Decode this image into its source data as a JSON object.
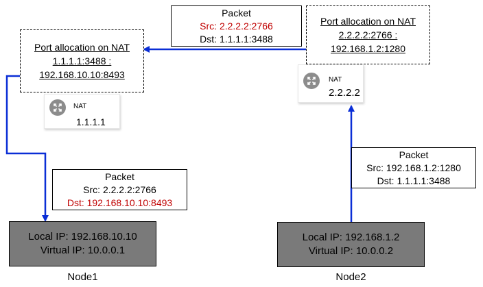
{
  "node1": {
    "local_ip": "Local IP: 192.168.10.10",
    "virtual_ip": "Virtual IP: 10.0.0.1",
    "label": "Node1"
  },
  "node2": {
    "local_ip": "Local IP: 192.168.1.2",
    "virtual_ip": "Virtual IP: 10.0.0.2",
    "label": "Node2"
  },
  "nat1": {
    "tag": "NAT",
    "ip": "1.1.1.1",
    "port_title": "Port allocation on NAT",
    "port_line1": "1.1.1.1:3488 :",
    "port_line2": "192.168.10.10:8493"
  },
  "nat2": {
    "tag": "NAT",
    "ip": "2.2.2.2",
    "port_title": "Port allocation on NAT",
    "port_line1": "2.2.2.2:2766 :",
    "port_line2": "192.168.1.2:1280"
  },
  "packet_top": {
    "title": "Packet",
    "src": "Src: 2.2.2.2:2766",
    "dst": "Dst: 1.1.1.1:3488"
  },
  "packet_left": {
    "title": "Packet",
    "src": "Src: 2.2.2.2:2766",
    "dst": "Dst: 192.168.10.10:8493"
  },
  "packet_right": {
    "title": "Packet",
    "src": "Src: 192.168.1.2:1280",
    "dst": "Dst: 1.1.1.1:3488"
  },
  "colors": {
    "arrow": "#0a2ed6",
    "changed_text": "#c00000",
    "node_fill": "#7a7a7a"
  },
  "icons": [
    "router-icon"
  ]
}
